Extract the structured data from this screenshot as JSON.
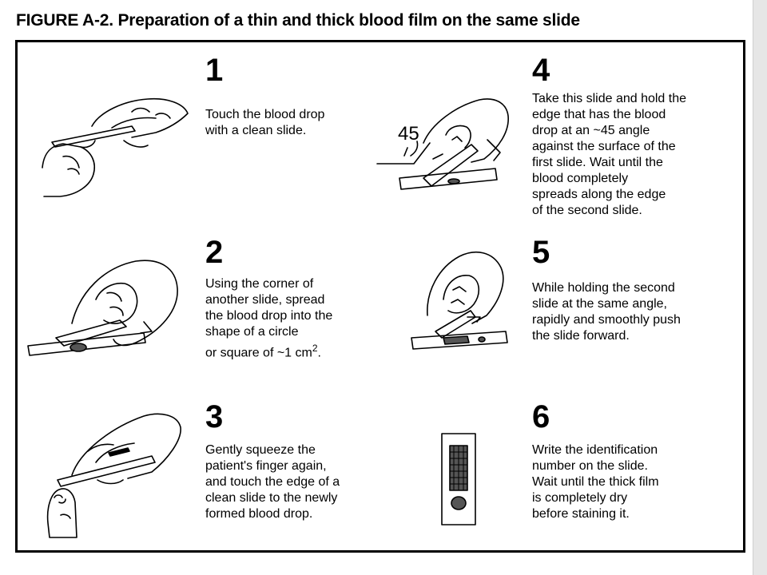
{
  "figure": {
    "title": "FIGURE A-2. Preparation of a thin and thick blood film on the same slide"
  },
  "steps": [
    {
      "number": "1",
      "text": "Touch the blood drop\nwith a clean slide."
    },
    {
      "number": "2",
      "text": "Using the corner of\nanother slide, spread\nthe blood drop into the\nshape of a circle\nor square of ~1 cm",
      "superscript": "2",
      "suffix": "."
    },
    {
      "number": "3",
      "text": "Gently squeeze the\npatient's finger again,\nand touch the edge of a\nclean slide to the newly\nformed blood drop."
    },
    {
      "number": "4",
      "text": "Take this slide and hold the\nedge that has the blood\ndrop at an ~45   angle\nagainst the surface of the\nfirst slide. Wait until the\nblood completely\nspreads along the edge\nof the second slide."
    },
    {
      "number": "5",
      "text": "While holding the second\nslide at the same angle,\nrapidly and smoothly push\nthe slide forward."
    },
    {
      "number": "6",
      "text": "Write the identification\nnumber on the slide.\nWait until the thick film\nis completely dry\nbefore staining it."
    }
  ],
  "angle_label": "45"
}
